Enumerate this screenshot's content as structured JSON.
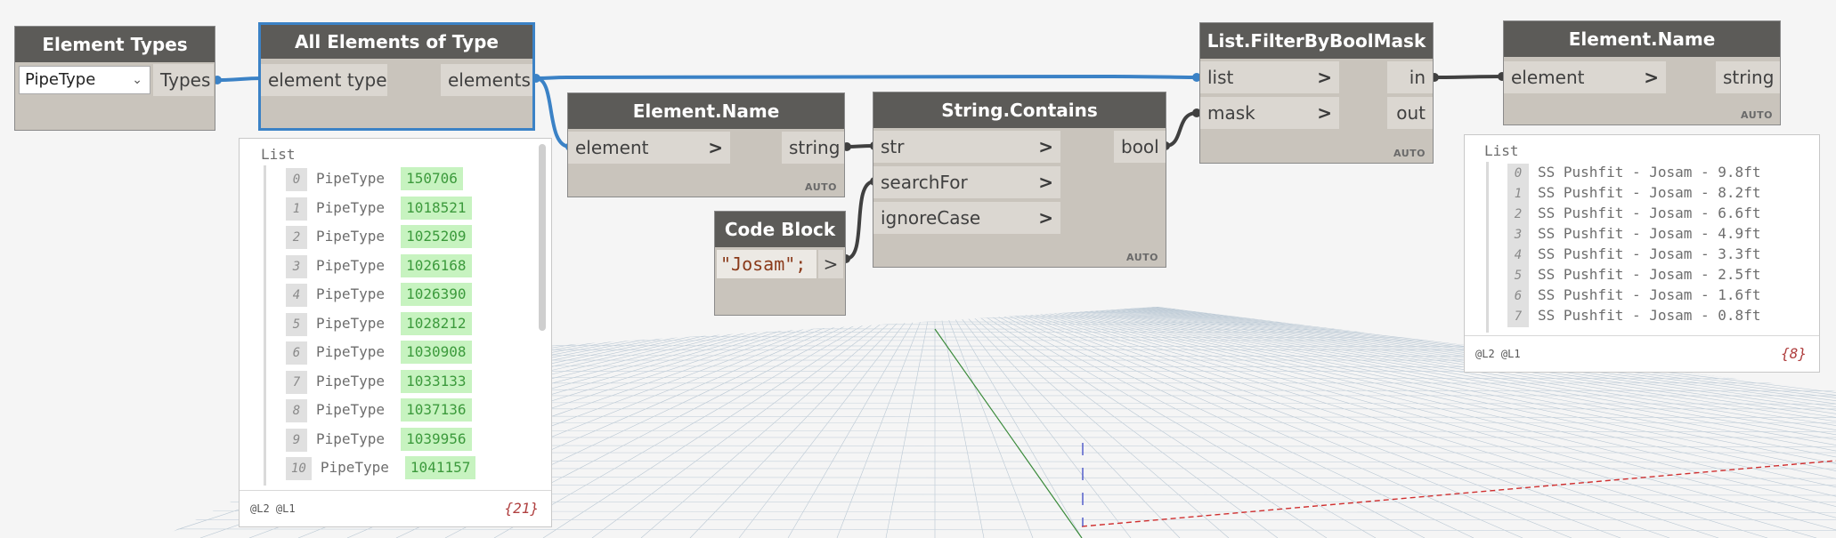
{
  "colors": {
    "canvas_bg": "#f5f5f5",
    "node_title_bg": "#5c5b58",
    "node_body_bg": "#c9c4bc",
    "port_bg": "#dbd7d1",
    "selected_border": "#3b82c6",
    "wire_selected": "#3b82c6",
    "wire_default": "#404040",
    "preview_number_bg": "#c7f3c0",
    "preview_number_text": "#3c9a3c"
  },
  "nodes": {
    "element_types": {
      "title": "Element Types",
      "dropdown_value": "PipeType",
      "output": "Types",
      "icon": "chevron-down-icon"
    },
    "all_elements_of_type": {
      "title": "All Elements of Type",
      "input": "element type",
      "output": "elements"
    },
    "element_name_1": {
      "title": "Element.Name",
      "input": "element",
      "output": "string",
      "lacing": "AUTO"
    },
    "code_block": {
      "title": "Code Block",
      "code": "\"Josam\";",
      "output": ">"
    },
    "string_contains": {
      "title": "String.Contains",
      "inputs": [
        "str",
        "searchFor",
        "ignoreCase"
      ],
      "output": "bool",
      "lacing": "AUTO"
    },
    "filter_by_bool_mask": {
      "title": "List.FilterByBoolMask",
      "inputs": [
        "list",
        "mask"
      ],
      "outputs": [
        "in",
        "out"
      ],
      "lacing": "AUTO"
    },
    "element_name_2": {
      "title": "Element.Name",
      "input": "element",
      "output": "string",
      "lacing": "AUTO"
    }
  },
  "preview_elements": {
    "header": "List",
    "items": [
      {
        "index": "0",
        "type": "PipeType",
        "id": "150706"
      },
      {
        "index": "1",
        "type": "PipeType",
        "id": "1018521"
      },
      {
        "index": "2",
        "type": "PipeType",
        "id": "1025209"
      },
      {
        "index": "3",
        "type": "PipeType",
        "id": "1026168"
      },
      {
        "index": "4",
        "type": "PipeType",
        "id": "1026390"
      },
      {
        "index": "5",
        "type": "PipeType",
        "id": "1028212"
      },
      {
        "index": "6",
        "type": "PipeType",
        "id": "1030908"
      },
      {
        "index": "7",
        "type": "PipeType",
        "id": "1033133"
      },
      {
        "index": "8",
        "type": "PipeType",
        "id": "1037136"
      },
      {
        "index": "9",
        "type": "PipeType",
        "id": "1039956"
      },
      {
        "index": "10",
        "type": "PipeType",
        "id": "1041157"
      }
    ],
    "levels": "@L2 @L1",
    "count": "{21}"
  },
  "preview_names": {
    "header": "List",
    "items": [
      {
        "index": "0",
        "text": "SS Pushfit - Josam - 9.8ft"
      },
      {
        "index": "1",
        "text": "SS Pushfit - Josam - 8.2ft"
      },
      {
        "index": "2",
        "text": "SS Pushfit - Josam - 6.6ft"
      },
      {
        "index": "3",
        "text": "SS Pushfit - Josam - 4.9ft"
      },
      {
        "index": "4",
        "text": "SS Pushfit - Josam - 3.3ft"
      },
      {
        "index": "5",
        "text": "SS Pushfit - Josam - 2.5ft"
      },
      {
        "index": "6",
        "text": "SS Pushfit - Josam - 1.6ft"
      },
      {
        "index": "7",
        "text": "SS Pushfit - Josam - 0.8ft"
      }
    ],
    "levels": "@L2 @L1",
    "count": "{8}"
  }
}
